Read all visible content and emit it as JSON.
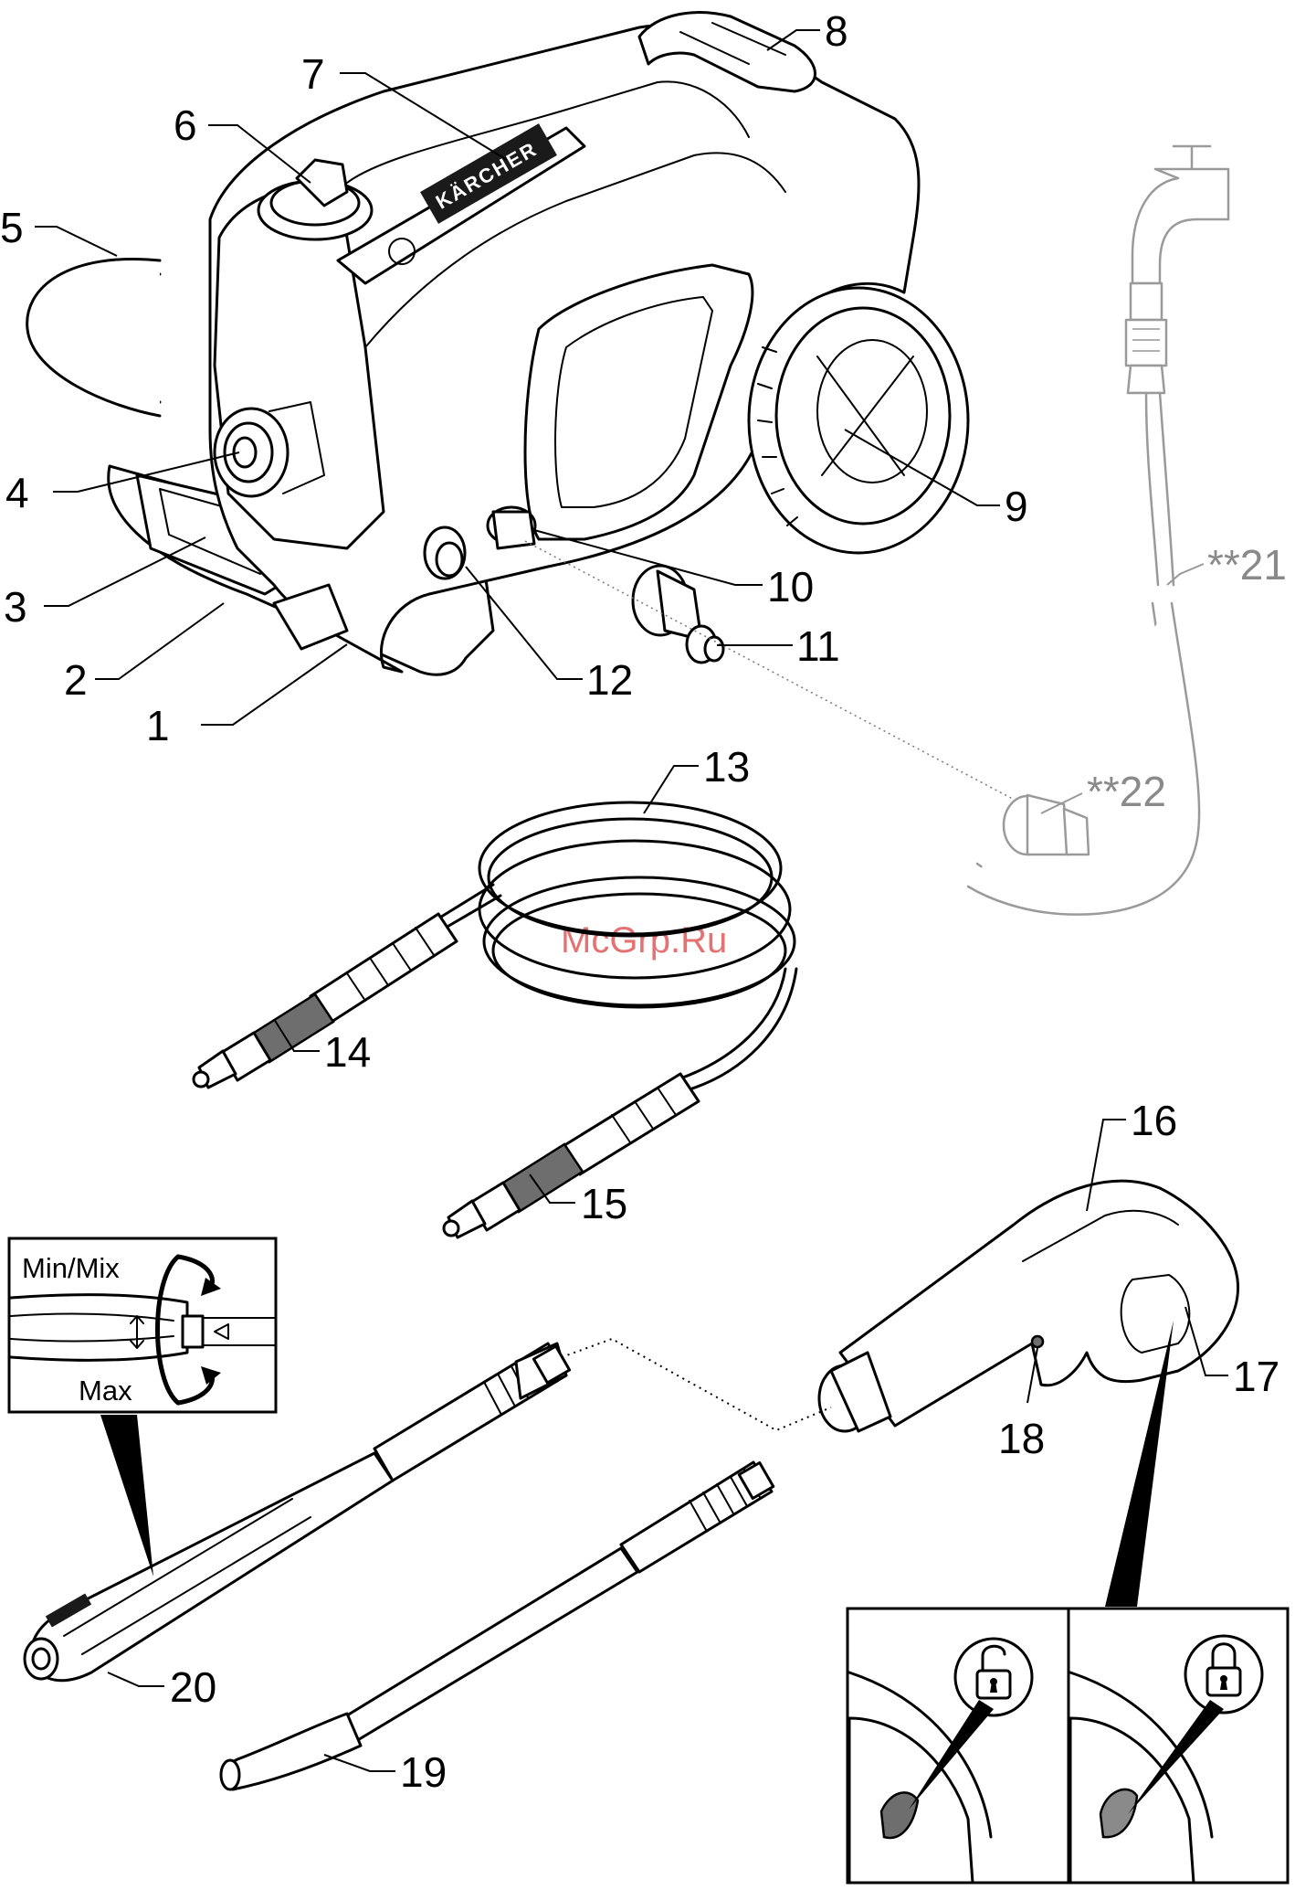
{
  "diagram": {
    "callouts": [
      {
        "id": "1",
        "text": "1"
      },
      {
        "id": "2",
        "text": "2"
      },
      {
        "id": "3",
        "text": "3"
      },
      {
        "id": "4",
        "text": "4"
      },
      {
        "id": "5",
        "text": "5"
      },
      {
        "id": "6",
        "text": "6"
      },
      {
        "id": "7",
        "text": "7"
      },
      {
        "id": "8",
        "text": "8"
      },
      {
        "id": "9",
        "text": "9"
      },
      {
        "id": "10",
        "text": "10"
      },
      {
        "id": "11",
        "text": "11"
      },
      {
        "id": "12",
        "text": "12"
      },
      {
        "id": "13",
        "text": "13"
      },
      {
        "id": "14",
        "text": "14"
      },
      {
        "id": "15",
        "text": "15"
      },
      {
        "id": "16",
        "text": "16"
      },
      {
        "id": "17",
        "text": "17"
      },
      {
        "id": "18",
        "text": "18"
      },
      {
        "id": "19",
        "text": "19"
      },
      {
        "id": "20",
        "text": "20"
      },
      {
        "id": "21",
        "text": "**21"
      },
      {
        "id": "22",
        "text": "**22"
      }
    ],
    "inset": {
      "top_label": "Min/Mix",
      "bottom_label": "Max"
    },
    "brand_plate": "KÄRCHER",
    "watermark": "McGrp.Ru",
    "icons": {
      "unlocked": "padlock-open-icon",
      "locked": "padlock-closed-icon",
      "rotate": "rotate-arrows-icon"
    },
    "colors": {
      "line": "#000000",
      "optional_parts": "#8a8a8a",
      "dark_grip": "#6e6e6e",
      "watermark": "#e05a5a"
    }
  }
}
